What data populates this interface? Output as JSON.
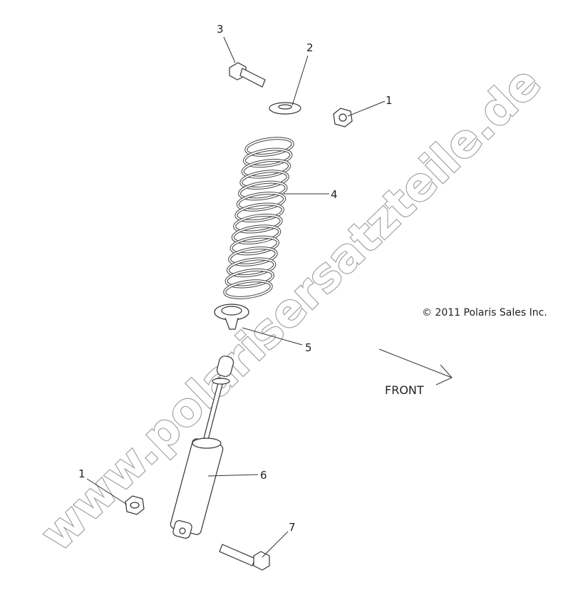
{
  "callouts": [
    {
      "id": "1a",
      "number": "1"
    },
    {
      "id": "2",
      "number": "2"
    },
    {
      "id": "3",
      "number": "3"
    },
    {
      "id": "4",
      "number": "4"
    },
    {
      "id": "5",
      "number": "5"
    },
    {
      "id": "6",
      "number": "6"
    },
    {
      "id": "1b",
      "number": "1"
    },
    {
      "id": "7",
      "number": "7"
    }
  ],
  "copyright": "© 2011 Polaris Sales Inc.",
  "direction_label": "FRONT",
  "watermark": "www.polarisersatzteile.de"
}
